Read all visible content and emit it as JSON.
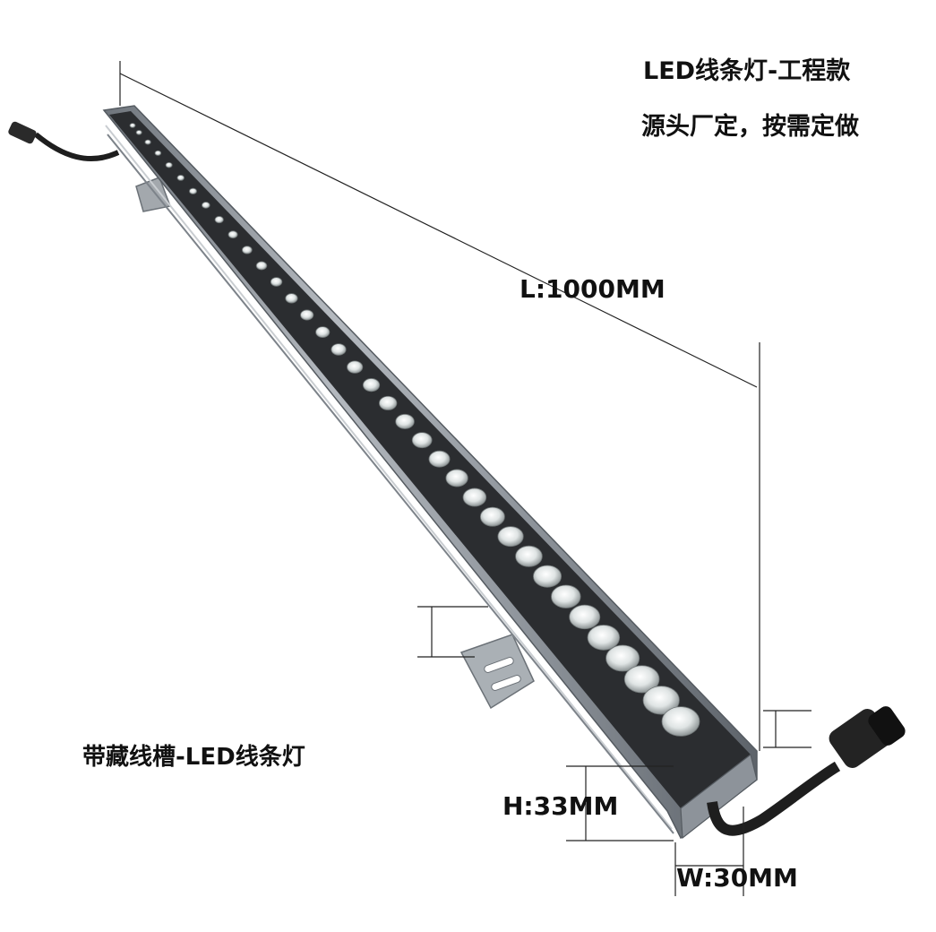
{
  "labels": {
    "title": "LED线条灯-工程款",
    "subtitle": "源头厂定，按需定做",
    "length": "L:1000MM",
    "feature": "带藏线槽-LED线条灯",
    "height": "H:33MM",
    "width": "W:30MM"
  },
  "product": {
    "led_count": 36,
    "housing_color": "#9aa0a8",
    "led_color": "#e8ecec",
    "cable_color": "#1e1e1e"
  }
}
